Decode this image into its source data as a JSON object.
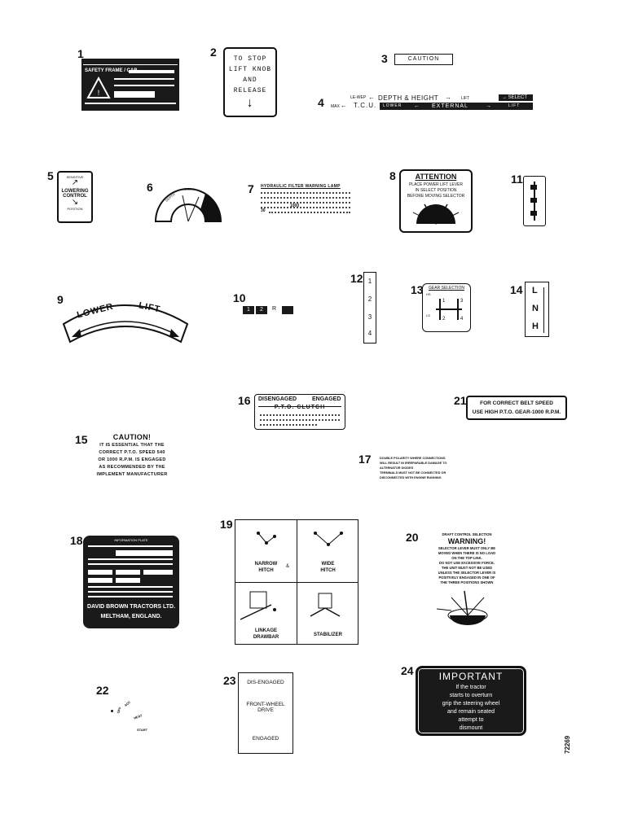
{
  "labels": {
    "n1": "1",
    "n2": "2",
    "n3": "3",
    "n4": "4",
    "n5": "5",
    "n6": "6",
    "n7": "7",
    "n8": "8",
    "n9": "9",
    "n10": "10",
    "n11": "11",
    "n12": "12",
    "n13": "13",
    "n14": "14",
    "n15": "15",
    "n16": "16",
    "n17": "17",
    "n18": "18",
    "n19": "19",
    "n20": "20",
    "n21": "21",
    "n22": "22",
    "n23": "23",
    "n24": "24"
  },
  "plate1": {
    "title": "SAFETY FRAME / CAB"
  },
  "plate2": {
    "line1": "TO STOP",
    "line2": "LIFT KNOB",
    "line3": "AND",
    "line4": "RELEASE",
    "arrow": "↓"
  },
  "plate3": {
    "text": "CAUTION"
  },
  "plate4": {
    "left_top": "LE-WEP",
    "left_bottom": "MAX",
    "tcu": "T.C.U.",
    "depth_height": "DEPTH & HEIGHT",
    "lift_top": "LIFT",
    "select": "SELECT",
    "lower": "LOWER",
    "external": "EXTERNAL",
    "lift_bottom": "LIFT"
  },
  "plate5": {
    "top": "SENSITIVE",
    "line1": "LOWERING",
    "line2": "CONTROL",
    "bottom": "POSITION"
  },
  "plate6": {
    "left": "DEPTH",
    "mid": "HEIGHT",
    "right": "POSITION"
  },
  "plate7": {
    "title": "HYDRAULIC FILTER WARNING LAMP",
    "value1": "1000",
    "value2": "30"
  },
  "plate8": {
    "title": "ATTENTION",
    "line1": "PLACE POWER LIFT LEVER",
    "line2": "IN SELECT POSITION",
    "line3": "BEFORE MOVING SELECTOR"
  },
  "plate9": {
    "lower": "LOWER",
    "lift": "LIFT"
  },
  "plate10": {
    "b1": "1",
    "b2": "2",
    "r": "R"
  },
  "plate12": {
    "items": [
      "1",
      "2",
      "3",
      "4"
    ]
  },
  "plate13": {
    "title": "GEAR SELECTION",
    "hs": "HS",
    "ls": "LS",
    "gears": [
      "1",
      "3",
      "2",
      "4"
    ]
  },
  "plate14": {
    "items": [
      "L",
      "N",
      "H"
    ]
  },
  "plate15": {
    "title": "CAUTION!",
    "line1": "IT IS ESSENTIAL THAT THE",
    "line2": "CORRECT P.T.O. SPEED 540",
    "line3": "OR 1000 R.P.M. IS ENGAGED",
    "line4": "AS RECOMMENDED BY THE",
    "line5": "IMPLEMENT MANUFACTURER"
  },
  "plate16": {
    "disengaged": "DISENGAGED",
    "engaged": "ENGAGED",
    "pto": "P.T.O. CLUTCH"
  },
  "plate17": {
    "line1": "DOUBLE POLARITY WHERE CONNECTIONS",
    "line2": "WILL RESULT IN IRREPARABLE DAMAGE TO",
    "line3": "ALTERNATOR DIODES",
    "line4": "TERMINALS MUST NOT BE CONNECTED OR",
    "line5": "DISCONNECTED WITH ENGINE RUNNING"
  },
  "plate18": {
    "title": "INFORMATION PLATE",
    "company": "DAVID BROWN TRACTORS LTD.",
    "address": "MELTHAM, ENGLAND."
  },
  "plate19": {
    "narrow": "NARROW",
    "hitch1": "HITCH",
    "wide": "WIDE",
    "hitch2": "HITCH",
    "linkage": "LINKAGE",
    "drawbar": "DRAWBAR",
    "stabilizer": "STABILIZER",
    "amp": "&"
  },
  "plate20": {
    "subtitle": "DRAFT CONTROL SELECTION",
    "title": "WARNING!",
    "line1": "SELECTOR LEVER MUST ONLY BE",
    "line2": "MOVED WHEN THERE IS NO LOAD",
    "line3": "ON THE TOP LINK.",
    "line4": "DO NOT USE EXCESSIVE FORCE.",
    "line5": "THE UNIT MUST NOT BE USED",
    "line6": "UNLESS THE SELECTOR LEVER IS",
    "line7": "POSITIVELY ENGAGED IN ONE OF",
    "line8": "THE THREE POSITIONS SHOWN"
  },
  "plate21": {
    "line1": "FOR CORRECT BELT SPEED",
    "line2": "USE HIGH P.T.O. GEAR-1000 R.P.M."
  },
  "plate22": {
    "off": "OFF",
    "acc": "ACC",
    "heat": "HEAT",
    "start": "START"
  },
  "plate23": {
    "line1": "DIS-ENGAGED",
    "line2": "FRONT-WHEEL",
    "line3": "DRIVE",
    "line4": "ENGAGED"
  },
  "plate24": {
    "title": "IMPORTANT",
    "line1": "If the tractor",
    "line2": "starts to overturn",
    "line3": "grip the steering wheel",
    "line4": "and remain seated",
    "line5": "attempt to",
    "line6": "dismount"
  },
  "ref": "72269"
}
